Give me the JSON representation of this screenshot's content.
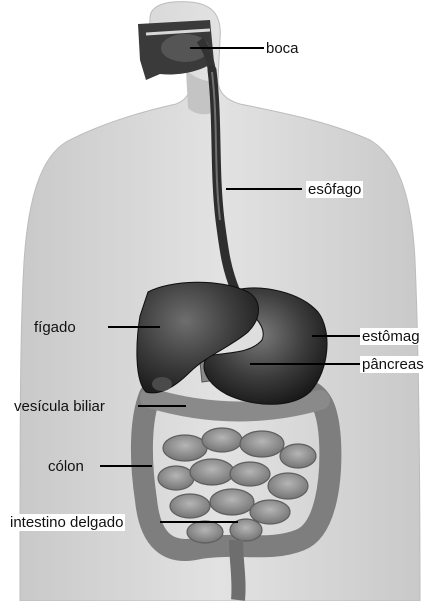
{
  "labels": {
    "boca": "boca",
    "esofago": "esôfago",
    "figado": "fígado",
    "estomago": "estômag",
    "pancreas": "pâncreas",
    "vesicula": "vesícula biliar",
    "colon": "cólon",
    "intestino": "intestino delgado"
  },
  "colors": {
    "body": "#d4d4d4",
    "body_edge": "#b8b8b8",
    "organ_dark": "#2b2b2b",
    "organ_mid": "#5a5a5a",
    "intestine": "#8c8c8c",
    "leader": "#000000"
  }
}
